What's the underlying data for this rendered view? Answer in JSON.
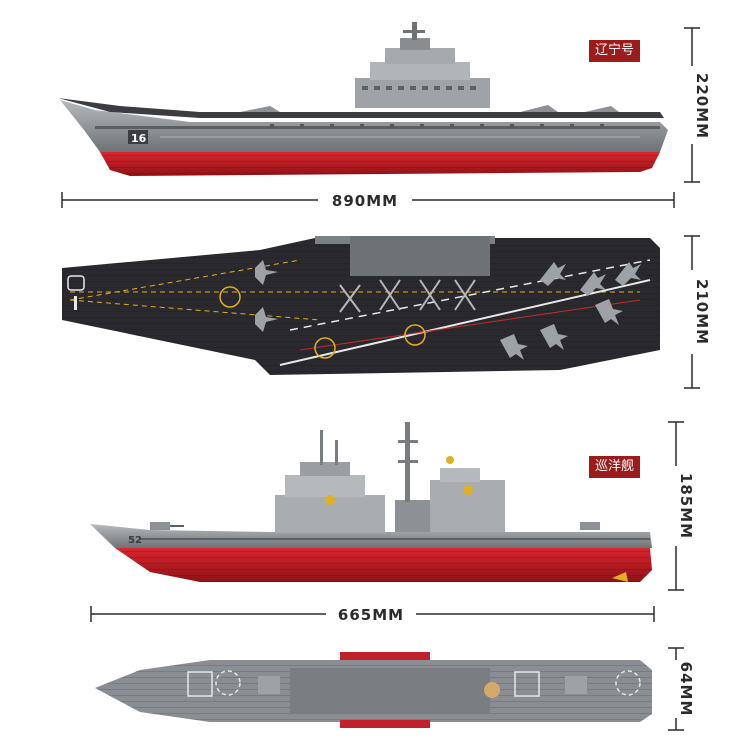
{
  "carrier": {
    "name_tag": "辽宁号",
    "hull_number": "16",
    "length_label": "890MM",
    "height_label": "220MM",
    "width_label": "210MM"
  },
  "cruiser": {
    "name_tag": "巡洋舰",
    "hull_number": "52",
    "length_label": "665MM",
    "height_label": "185MM",
    "width_label": "64MM"
  },
  "colors": {
    "hull_red": "#c0202a",
    "hull_gray": "#8c8f94",
    "deck_dark": "#2a2a2e",
    "tag_red": "#9c1b1b",
    "dimension_line": "#2b2b2b",
    "deck_line_yellow": "#e0b020"
  }
}
